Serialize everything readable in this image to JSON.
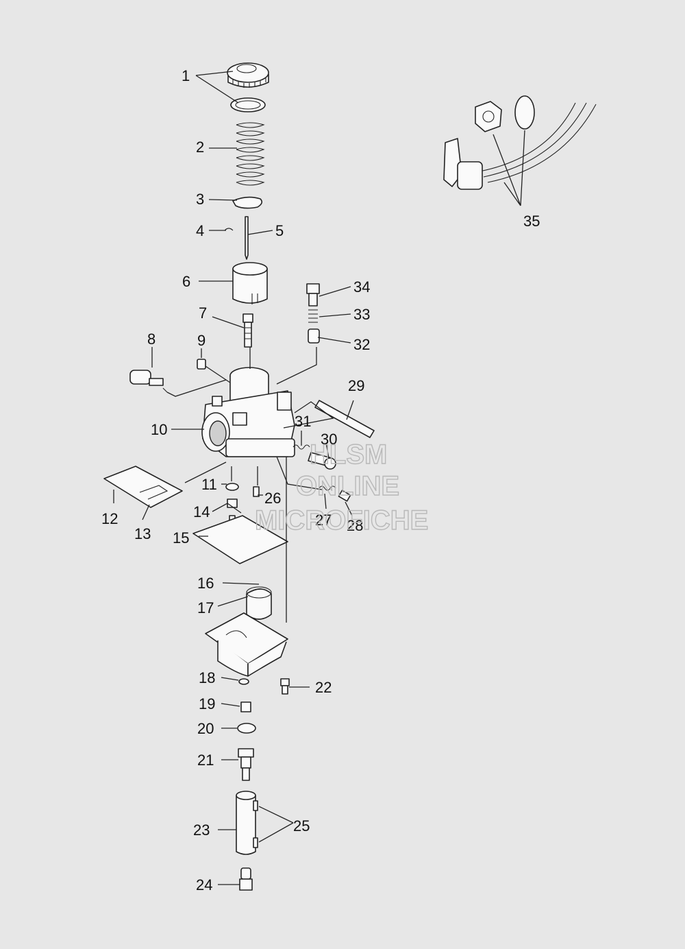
{
  "callouts": [
    "1",
    "2",
    "3",
    "4",
    "5",
    "6",
    "7",
    "8",
    "9",
    "10",
    "11",
    "12",
    "13",
    "14",
    "15",
    "16",
    "17",
    "18",
    "19",
    "20",
    "21",
    "22",
    "23",
    "24",
    "25",
    "26",
    "27",
    "28",
    "29",
    "30",
    "31",
    "32",
    "33",
    "34",
    "35"
  ],
  "watermark": {
    "line1": "HLSM",
    "line2": "ONLINE",
    "line3": "MICROFICHE"
  },
  "colors": {
    "background": "#e7e7e7",
    "line": "#222222",
    "watermark": "#b8b8b8"
  }
}
